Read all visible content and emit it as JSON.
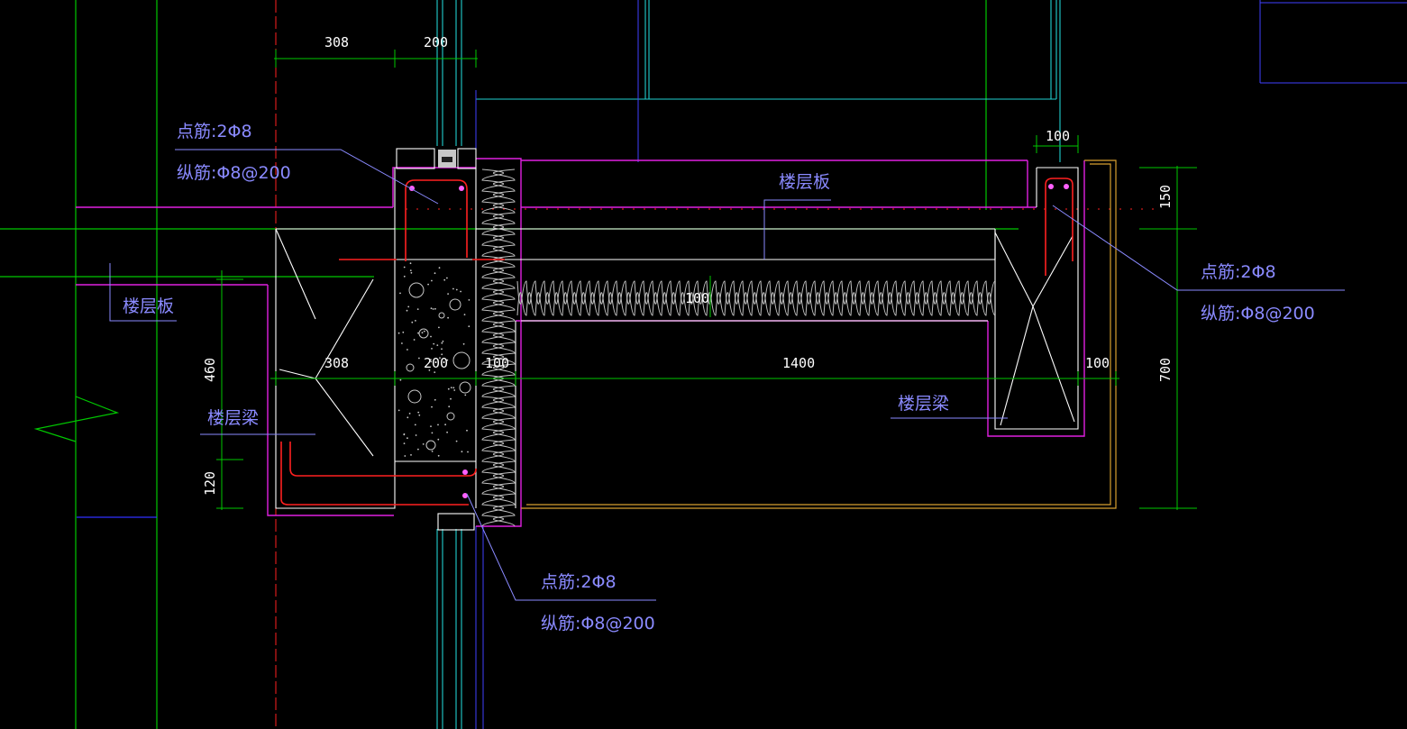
{
  "colors": {
    "background": "#000000",
    "grid_green": "#00c800",
    "outline_magenta": "#e020e0",
    "rebar_red": "#ff2020",
    "wall_cyan": "#20d0d0",
    "leader_blue": "#8a8aff",
    "edge_white": "#ffffff",
    "insulation": "#c0c0c0",
    "outline_orange": "#d8a030"
  },
  "labels": {
    "floor_slab": "楼层板",
    "floor_beam": "楼层梁",
    "rebar_point_top": "点筋:2Φ8",
    "rebar_long_top": "纵筋:Φ8@200",
    "rebar_point_right": "点筋:2Φ8",
    "rebar_long_right": "纵筋:Φ8@200",
    "rebar_point_bottom": "点筋:2Φ8",
    "rebar_long_bottom": "纵筋:Φ8@200"
  },
  "dimensions": {
    "top_308": "308",
    "top_200": "200",
    "top_100": "100",
    "right_150": "150",
    "right_700": "700",
    "left_460": "460",
    "left_120": "120",
    "mid_308": "308",
    "mid_200": "200",
    "mid_100": "100",
    "mid_1400": "1400",
    "mid_100_right": "100",
    "insulation_100": "100"
  }
}
